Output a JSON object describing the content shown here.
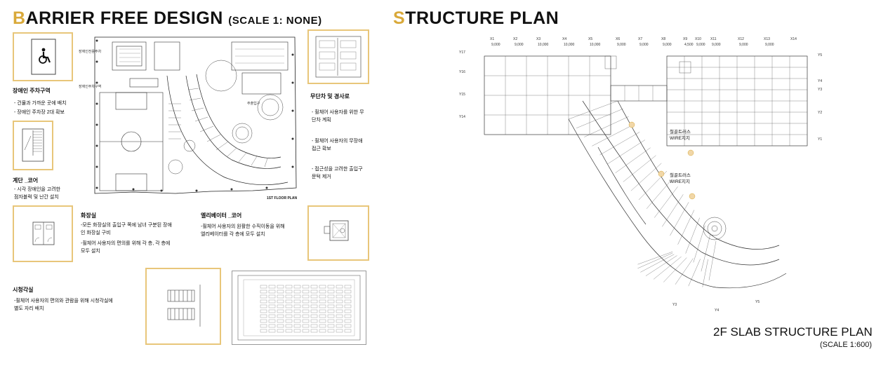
{
  "left": {
    "title_cap": "B",
    "title_rest": "ARRIER FREE DESIGN",
    "title_scale": "(SCALE 1: NONE)",
    "floor_plan_label": "1ST FLOOR PLAN",
    "plan_tags": [
      "장애인전용주차",
      "장애인주차구역",
      "주출입구"
    ],
    "parking": {
      "heading": "장애인 주차구역",
      "lines": [
        "- 건물과 가까운 곳에 배치",
        "- 장애인 주차장 2대 확보"
      ]
    },
    "stair": {
      "heading": "계단 _코어",
      "lines": [
        "- 시각 장애인을 고려한",
        "  점자블럭 및 난간 설치"
      ]
    },
    "ramp": {
      "heading": "무단차 및 경사로",
      "lines": [
        "- 휠체어 사용자를 위한 무",
        "  단차 계획",
        "- 휠체어 사용자의 무장애",
        "  접근 확보",
        "- 접근성을 고려한 출입구",
        "  문턱 제거"
      ]
    },
    "toilet": {
      "heading": "화장실",
      "lines": [
        "-모든 화장실의 출입구 쪽에 남녀 구분된 장애",
        " 인 화장실 구비",
        "-휠체어 사용자의 편의를 위해 각 층, 각 층에",
        " 모두 설치"
      ]
    },
    "elevator": {
      "heading": "엘리베이터 _코어",
      "lines": [
        "-휠체어 사용자의 원활한 수직이동을 위해",
        " 엘리베이터를 각 층에 모두 설치"
      ]
    },
    "audience": {
      "heading": "시청각실",
      "lines": [
        "-휠체어 사용자의 편의와 관람을 위해 시청각실에",
        " 별도 자리 배치"
      ]
    }
  },
  "right": {
    "title_cap": "S",
    "title_rest": "TRUCTURE PLAN",
    "col_labels": [
      "X1",
      "X2",
      "X3",
      "X4",
      "X5",
      "X6",
      "X7",
      "X8",
      "X9",
      "X10",
      "X11",
      "X12",
      "X13",
      "X14"
    ],
    "col_dims": [
      "9,000",
      "9,000",
      "10,000",
      "10,000",
      "10,000",
      "9,000",
      "9,000",
      "9,000",
      "4,500",
      "9,000",
      "9,000",
      "9,000",
      "9,000"
    ],
    "row_labels_left": [
      "Y17",
      "Y16",
      "Y15",
      "Y14"
    ],
    "row_labels_right": [
      "Y5",
      "Y4",
      "Y3",
      "Y2",
      "Y1"
    ],
    "truss_label_1": [
      "철골트러스",
      "WIRE지지"
    ],
    "truss_label_2": [
      "철골트러스",
      "WIRE지지"
    ],
    "arc_labels": [
      "Y3",
      "Y4",
      "Y5"
    ],
    "bottom_title": "2F SLAB STRUCTURE PLAN",
    "bottom_scale": "(SCALE 1:600)"
  }
}
